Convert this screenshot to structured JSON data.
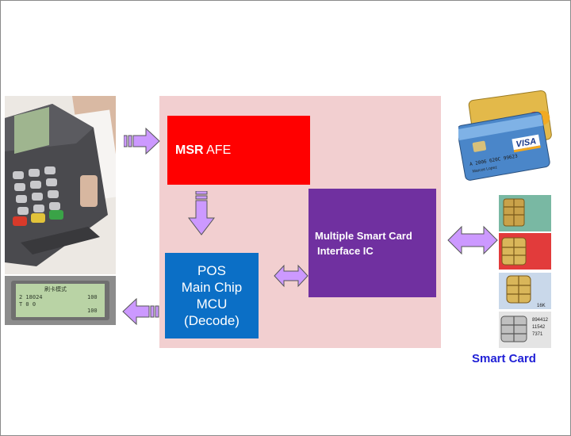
{
  "diagram": {
    "msr_box": {
      "bold": "MSR",
      "rest": " AFE"
    },
    "mcu_box": {
      "lines": [
        "POS",
        "Main Chip",
        "MCU",
        "(Decode)"
      ]
    },
    "smartcard_ic_box": {
      "line1": "Multiple Smart Card",
      "line2": "Interface IC"
    },
    "caption": "Smart Card",
    "pos_lcd_text": [
      "刷卡模式",
      "2 18024",
      "T  0  0",
      "100",
      "100"
    ],
    "card_text": {
      "brand": "VISA",
      "number": "A 2006 620C 99623",
      "name": "Marcos Lopez",
      "chip_codes": [
        "894412",
        "11542",
        "7371"
      ],
      "chip_16k": "16K"
    }
  },
  "colors": {
    "msr": "#ff0000",
    "mcu": "#0b6fc6",
    "ic": "#7030a0",
    "panel": "#f2cfd0",
    "arrow": "#cc99ff",
    "caption": "#1f1fd6"
  }
}
